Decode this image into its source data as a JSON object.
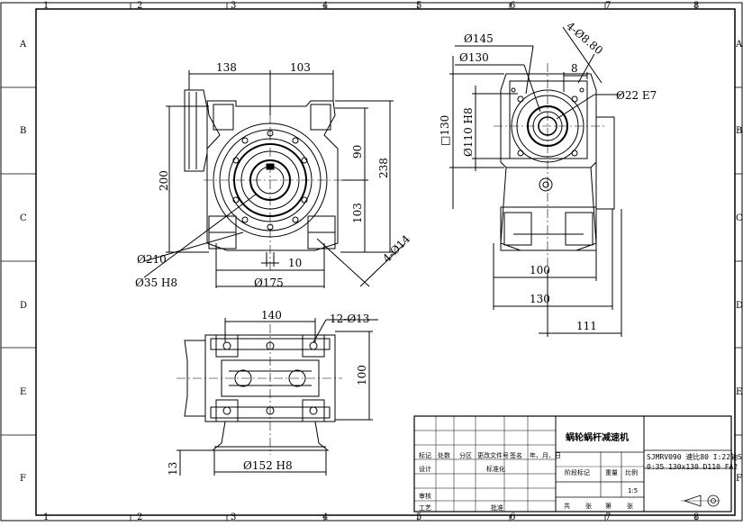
{
  "frame": {
    "zones_top": [
      "1",
      "2",
      "3",
      "4",
      "5",
      "6",
      "7",
      "8"
    ],
    "zones_left": [
      "A",
      "B",
      "C",
      "D",
      "E",
      "F"
    ]
  },
  "front_view": {
    "dims": {
      "w138": "138",
      "w103": "103",
      "h200": "200",
      "h90": "90",
      "h238": "238",
      "h103": "103",
      "w10": "10",
      "d210": "Ø210",
      "d35": "Ø35 H8",
      "d175": "Ø175",
      "holes": "4-Ø14"
    }
  },
  "side_view": {
    "dims": {
      "d145": "Ø145",
      "d130": "Ø130",
      "holes": "4-Ø8.80",
      "w8": "8",
      "d22": "Ø22 E7",
      "sq130": "□130",
      "d110": "Ø110 H8",
      "w100": "100",
      "w130": "130",
      "w111": "111"
    }
  },
  "bottom_view": {
    "dims": {
      "w140": "140",
      "holes": "12-Ø13",
      "h100": "100",
      "d152": "Ø152 H8",
      "h13": "13"
    }
  },
  "title_block": {
    "product_name": "蜗轮蜗杆减速机",
    "model_line1": "SJMRV090 速比80 I:22轴S",
    "model_line2": "0:35 130x130 D110 FA2",
    "row_headers": [
      "标记",
      "处数",
      "分区",
      "更改文件号",
      "签名",
      "年、月、日"
    ],
    "design": "设计",
    "standardize": "标准化",
    "stage_mark": "阶段标记",
    "weight": "重量",
    "scale": "比例",
    "scale_value": "1:5",
    "review": "审核",
    "process": "工艺",
    "approve": "批准",
    "total": "共",
    "sheets": "张",
    "page": "第",
    "sheet": "张"
  }
}
